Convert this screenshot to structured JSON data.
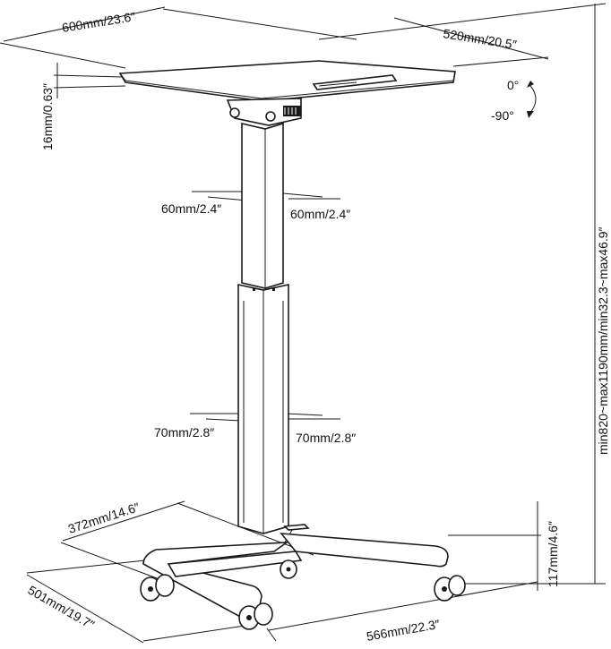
{
  "labels": {
    "top_width": "600mm/23.6″",
    "top_depth": "520mm/20.5″",
    "top_thickness": "16mm/0.63″",
    "tilt_zero": "0°",
    "tilt_neg": "-90°",
    "col_upper_left": "60mm/2.4″",
    "col_upper_right": "60mm/2.4″",
    "col_lower_left": "70mm/2.8″",
    "col_lower_right": "70mm/2.8″",
    "height_range": "min820~max1190mm/min32.3~max46.9″",
    "base_depth": "372mm/14.6″",
    "base_front_width": "501mm/19.7″",
    "base_side_width": "566mm/22.3″",
    "caster_height": "117mm/4.6″"
  },
  "colors": {
    "line": "#1a1a1a",
    "background": "#ffffff"
  }
}
